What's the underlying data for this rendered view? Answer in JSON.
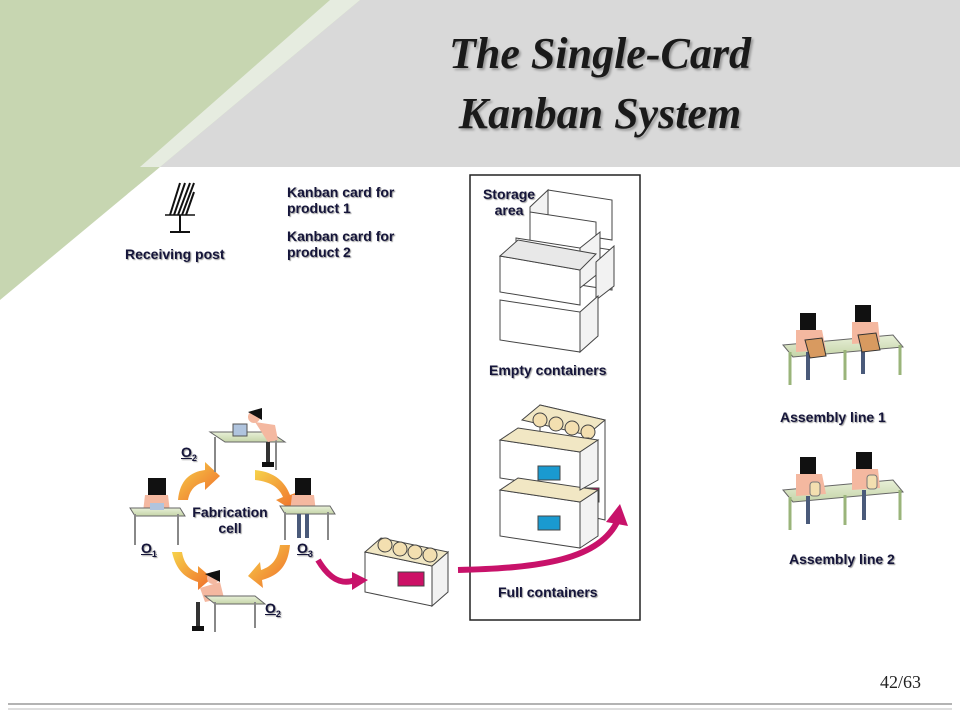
{
  "slide": {
    "title_line1": "The Single-Card",
    "title_line2": "Kanban System",
    "page_number": "42/63"
  },
  "legend": {
    "receiving_post": "Receiving post",
    "card_product1_line1": "Kanban card for",
    "card_product1_line2": "product 1",
    "card_product2_line1": "Kanban card for",
    "card_product2_line2": "product 2"
  },
  "storage": {
    "label_line1": "Storage",
    "label_line2": "area",
    "empty_containers": "Empty containers",
    "full_containers": "Full containers"
  },
  "fabrication": {
    "label_line1": "Fabrication",
    "label_line2": "cell",
    "operations": [
      {
        "letter": "O",
        "sub": "1"
      },
      {
        "letter": "O",
        "sub": "2"
      },
      {
        "letter": "O",
        "sub": "3"
      },
      {
        "letter": "O",
        "sub": "2"
      }
    ]
  },
  "assembly": {
    "line1": "Assembly line 1",
    "line2": "Assembly line 2"
  },
  "colors": {
    "accent_green": "#c7d6b1",
    "card_product1": "#cc1166",
    "card_product2": "#1a9ad0",
    "flow_arrow": "#c8126a",
    "cycle_arrow": "#f07a30"
  },
  "icons": [
    "receiving-post-icon",
    "worker-icon",
    "container-icon",
    "arrow-icon"
  ]
}
